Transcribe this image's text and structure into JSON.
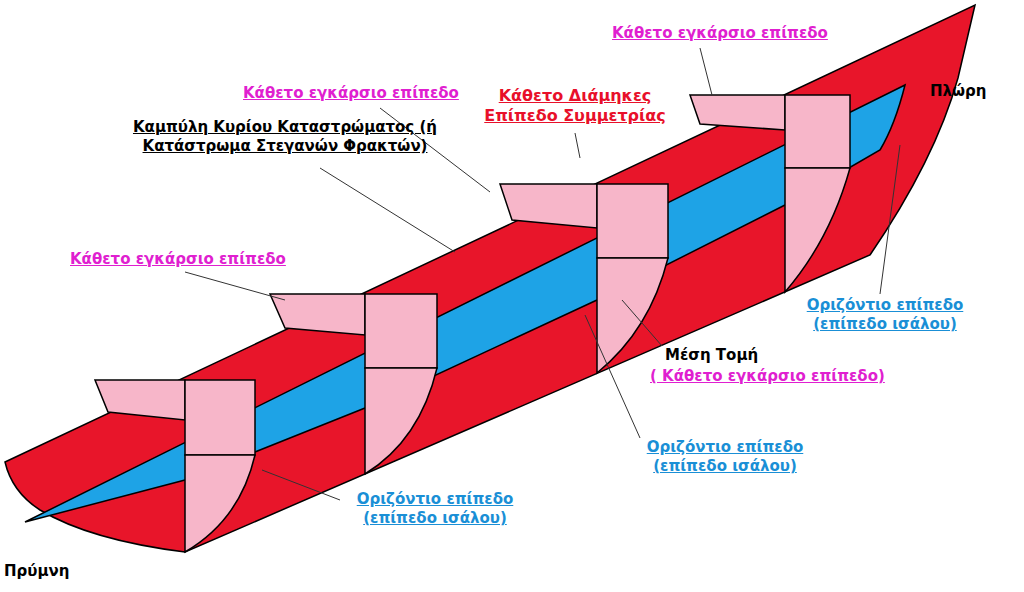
{
  "diagram": {
    "labels": [
      "Κάθετο εγκάρσιο επίπεδο",
      "Κάθετο εγκάρσιο επίπεδο",
      "Κάθετο Διάμηκες Επίπεδο Συμμετρίας",
      "Πλώρη",
      "Καμπύλη Κυρίου Καταστρώματος (ή Κατάστρωμα Στεγανών Φρακτών)",
      "Κάθετο εγκάρσιο επίπεδο",
      "Οριζόντιο επίπεδο (επίπεδο ισάλου)",
      "Μέση Τομή",
      "( Κάθετο εγκάρσιο επίπεδο)",
      "Οριζόντιο επίπεδο (επίπεδο ισάλου)",
      "Οριζόντιο επίπεδο (επίπεδο ισάλου)",
      "Πρύμνη"
    ]
  }
}
